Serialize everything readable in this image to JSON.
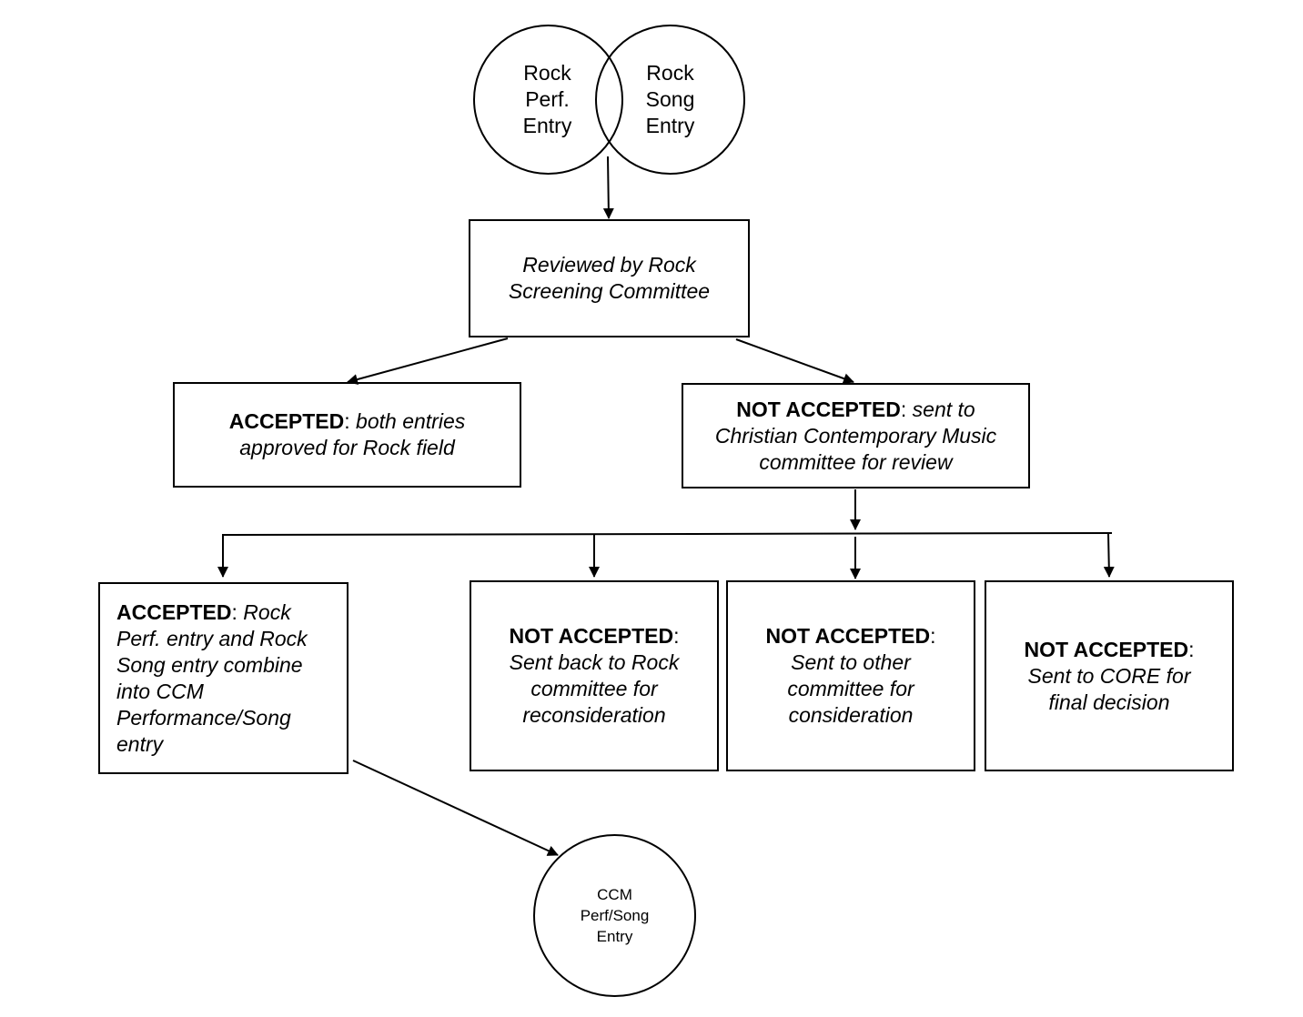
{
  "diagram": {
    "nodes": {
      "rock_perf_entry": {
        "lines": [
          "Rock",
          "Perf.",
          "Entry"
        ]
      },
      "rock_song_entry": {
        "lines": [
          "Rock",
          "Song",
          "Entry"
        ]
      },
      "screening": {
        "lines": [
          "Reviewed by Rock",
          "Screening Committee"
        ]
      },
      "accepted_rock": {
        "heading": "ACCEPTED",
        "sep": ":",
        "body_lines": [
          "both entries",
          "approved for Rock field"
        ]
      },
      "not_accepted_ccm": {
        "heading": "NOT ACCEPTED",
        "sep": ":",
        "body_first": "sent to",
        "body_lines": [
          "Christian Contemporary Music",
          "committee for review"
        ]
      },
      "accepted_ccm": {
        "heading": "ACCEPTED",
        "sep": ":",
        "body_first": "Rock",
        "body_lines": [
          "Perf. entry and Rock",
          "Song entry combine",
          "into CCM",
          "Performance/Song",
          "entry"
        ]
      },
      "sent_back_rock": {
        "heading": "NOT ACCEPTED",
        "sep": ":",
        "body_lines": [
          "Sent back to Rock",
          "committee for",
          "reconsideration"
        ]
      },
      "sent_other": {
        "heading": "NOT ACCEPTED",
        "sep": ":",
        "body_lines": [
          "Sent to other",
          "committee for",
          "consideration"
        ]
      },
      "sent_core": {
        "heading": "NOT ACCEPTED",
        "sep": ":",
        "body_lines": [
          "Sent to CORE for",
          "final decision"
        ]
      },
      "ccm_entry": {
        "lines": [
          "CCM",
          "Perf/Song",
          "Entry"
        ]
      }
    },
    "edges": [
      {
        "from": "rock_perf_entry+rock_song_entry",
        "to": "screening"
      },
      {
        "from": "screening",
        "to": "accepted_rock"
      },
      {
        "from": "screening",
        "to": "not_accepted_ccm"
      },
      {
        "from": "not_accepted_ccm",
        "to": "accepted_ccm"
      },
      {
        "from": "not_accepted_ccm",
        "to": "sent_back_rock"
      },
      {
        "from": "not_accepted_ccm",
        "to": "sent_other"
      },
      {
        "from": "not_accepted_ccm",
        "to": "sent_core"
      },
      {
        "from": "accepted_ccm",
        "to": "ccm_entry"
      }
    ],
    "colors": {
      "stroke": "#000000",
      "background": "#ffffff",
      "text": "#000000"
    }
  }
}
